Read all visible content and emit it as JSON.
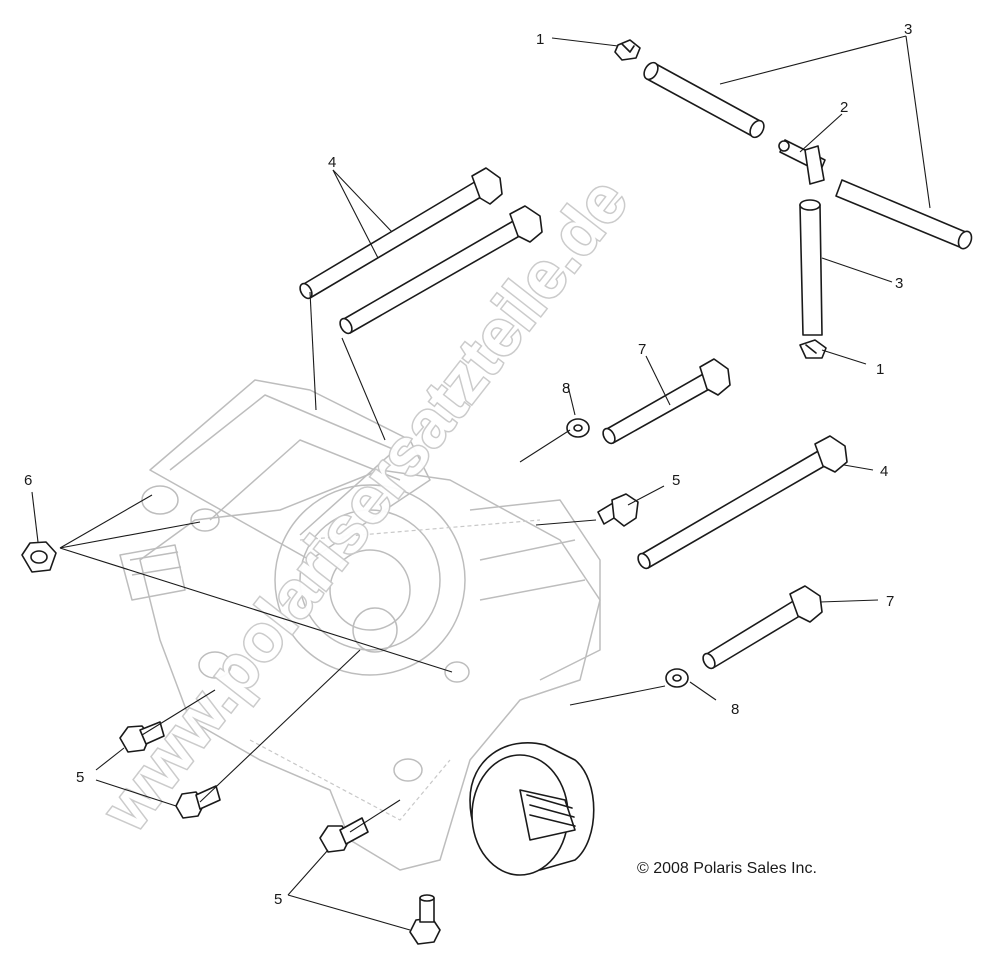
{
  "callouts": [
    {
      "id": "c1a",
      "text": "1"
    },
    {
      "id": "c1b",
      "text": "1"
    },
    {
      "id": "c2",
      "text": "2"
    },
    {
      "id": "c3a",
      "text": "3"
    },
    {
      "id": "c3b",
      "text": "3"
    },
    {
      "id": "c4a",
      "text": "4"
    },
    {
      "id": "c4b",
      "text": "4"
    },
    {
      "id": "c5a",
      "text": "5"
    },
    {
      "id": "c5b",
      "text": "5"
    },
    {
      "id": "c5c",
      "text": "5"
    },
    {
      "id": "c6",
      "text": "6"
    },
    {
      "id": "c7a",
      "text": "7"
    },
    {
      "id": "c7b",
      "text": "7"
    },
    {
      "id": "c8a",
      "text": "8"
    },
    {
      "id": "c8b",
      "text": "8"
    }
  ],
  "copyright": "© 2008 Polaris Sales Inc.",
  "watermark": "www.polarisersatzteile.de"
}
